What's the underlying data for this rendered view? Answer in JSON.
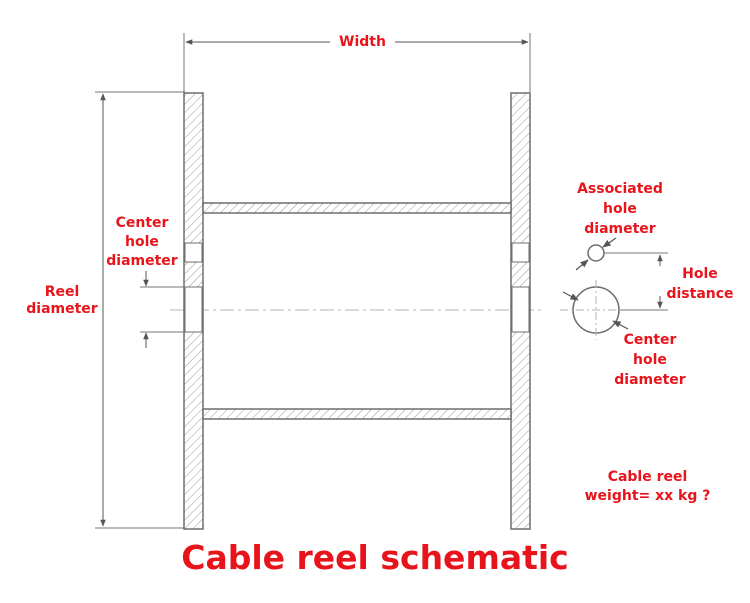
{
  "labels": {
    "width": "Width",
    "reel_diameter": [
      "Reel",
      "diameter"
    ],
    "center_hole_left": [
      "Center",
      "hole",
      "diameter"
    ],
    "associated_hole": [
      "Associated",
      "hole",
      "diameter"
    ],
    "hole_distance": [
      "Hole",
      "distance"
    ],
    "center_hole_right": [
      "Center",
      "hole",
      "diameter"
    ],
    "weight": [
      "Cable reel",
      "weight= xx kg ?"
    ]
  },
  "title": "Cable reel schematic",
  "colors": {
    "label": "#e8141b",
    "line": "#6f6f6f",
    "hatch": "#9a9a9a"
  }
}
